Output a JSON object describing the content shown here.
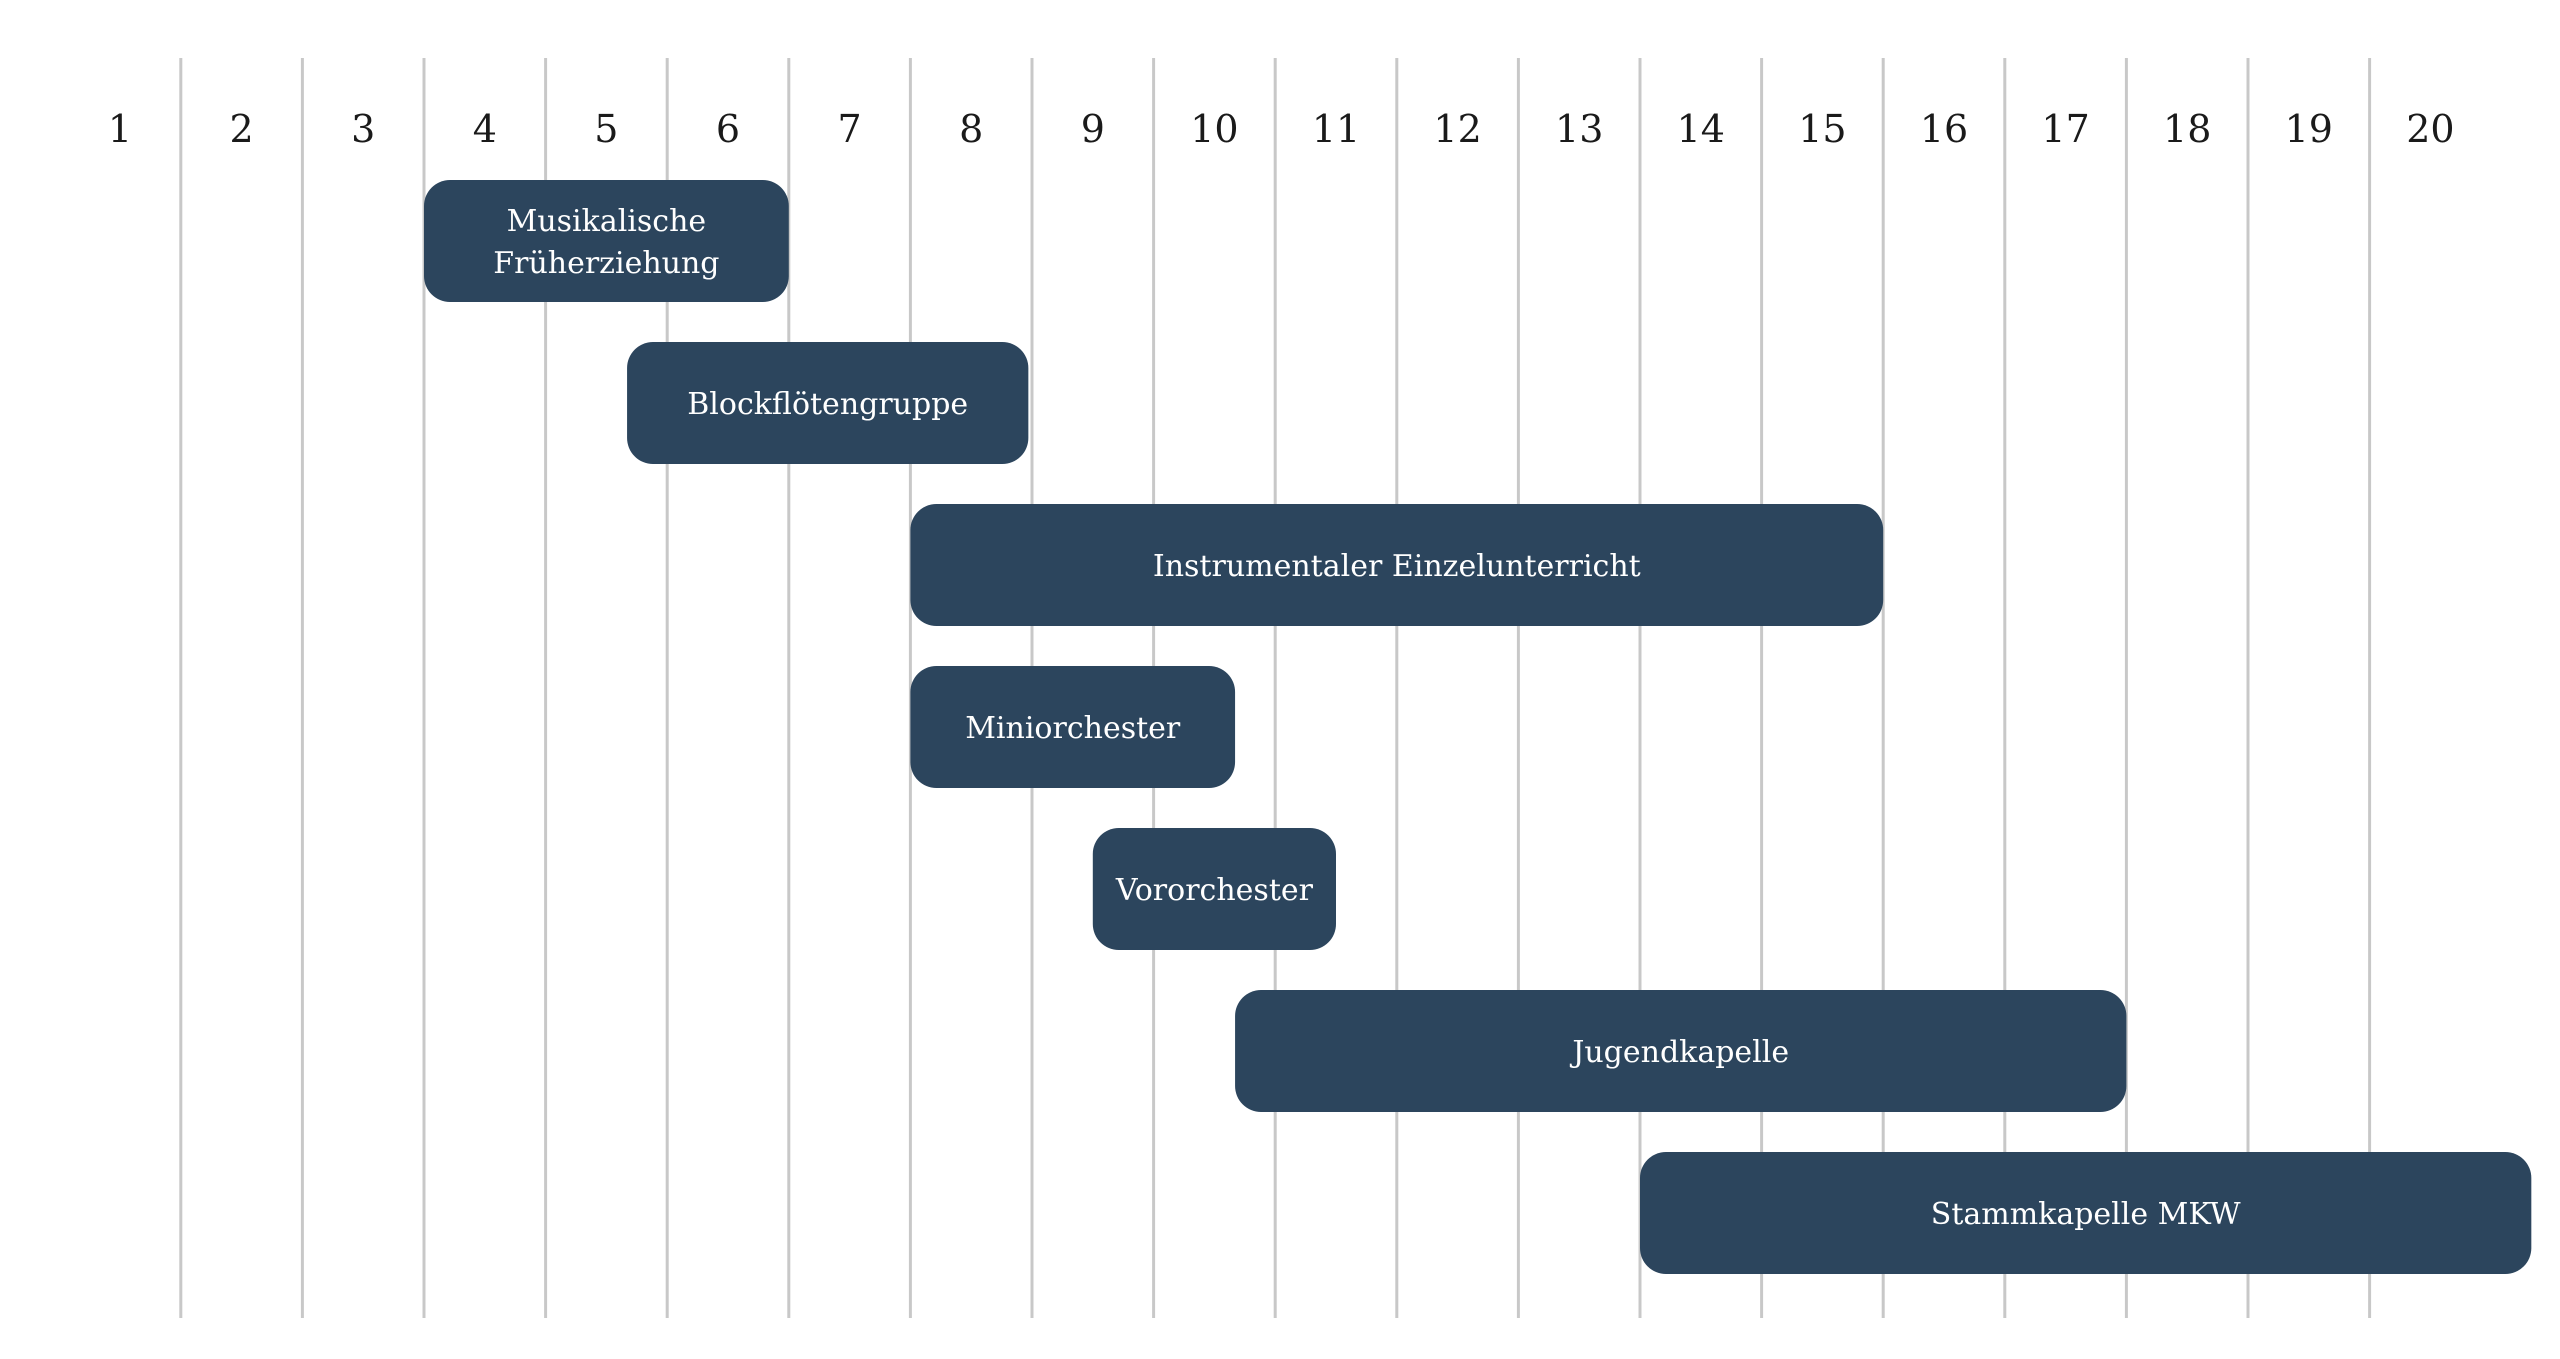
{
  "chart_data": {
    "type": "gantt",
    "title": "",
    "xlabel": "",
    "ylabel": "",
    "x_ticks": [
      "1",
      "2",
      "3",
      "4",
      "5",
      "6",
      "7",
      "8",
      "9",
      "10",
      "11",
      "12",
      "13",
      "14",
      "15",
      "16",
      "17",
      "18",
      "19",
      "20"
    ],
    "grid": true,
    "bar_color": "#2c455d",
    "grid_color": "#c8c8c8",
    "bars": [
      {
        "label": "Musikalische Früherziehung",
        "lines": [
          "Musikalische",
          "Früherziehung"
        ],
        "start": 3.5,
        "end": 6.5
      },
      {
        "label": "Blockflötengruppe",
        "lines": [
          "Blockflötengruppe"
        ],
        "start": 5.17,
        "end": 8.47
      },
      {
        "label": "Instrumentaler Einzelunterricht",
        "lines": [
          "Instrumentaler Einzelunterricht"
        ],
        "start": 7.5,
        "end": 15.5
      },
      {
        "label": "Miniorchester",
        "lines": [
          "Miniorchester"
        ],
        "start": 7.5,
        "end": 10.17
      },
      {
        "label": "Vororchester",
        "lines": [
          "Vororchester"
        ],
        "start": 9.0,
        "end": 11.0
      },
      {
        "label": "Jugendkapelle",
        "lines": [
          "Jugendkapelle"
        ],
        "start": 10.17,
        "end": 17.5
      },
      {
        "label": "Stammkapelle MKW",
        "lines": [
          "Stammkapelle MKW"
        ],
        "start": 13.5,
        "end": 20.83
      }
    ]
  }
}
